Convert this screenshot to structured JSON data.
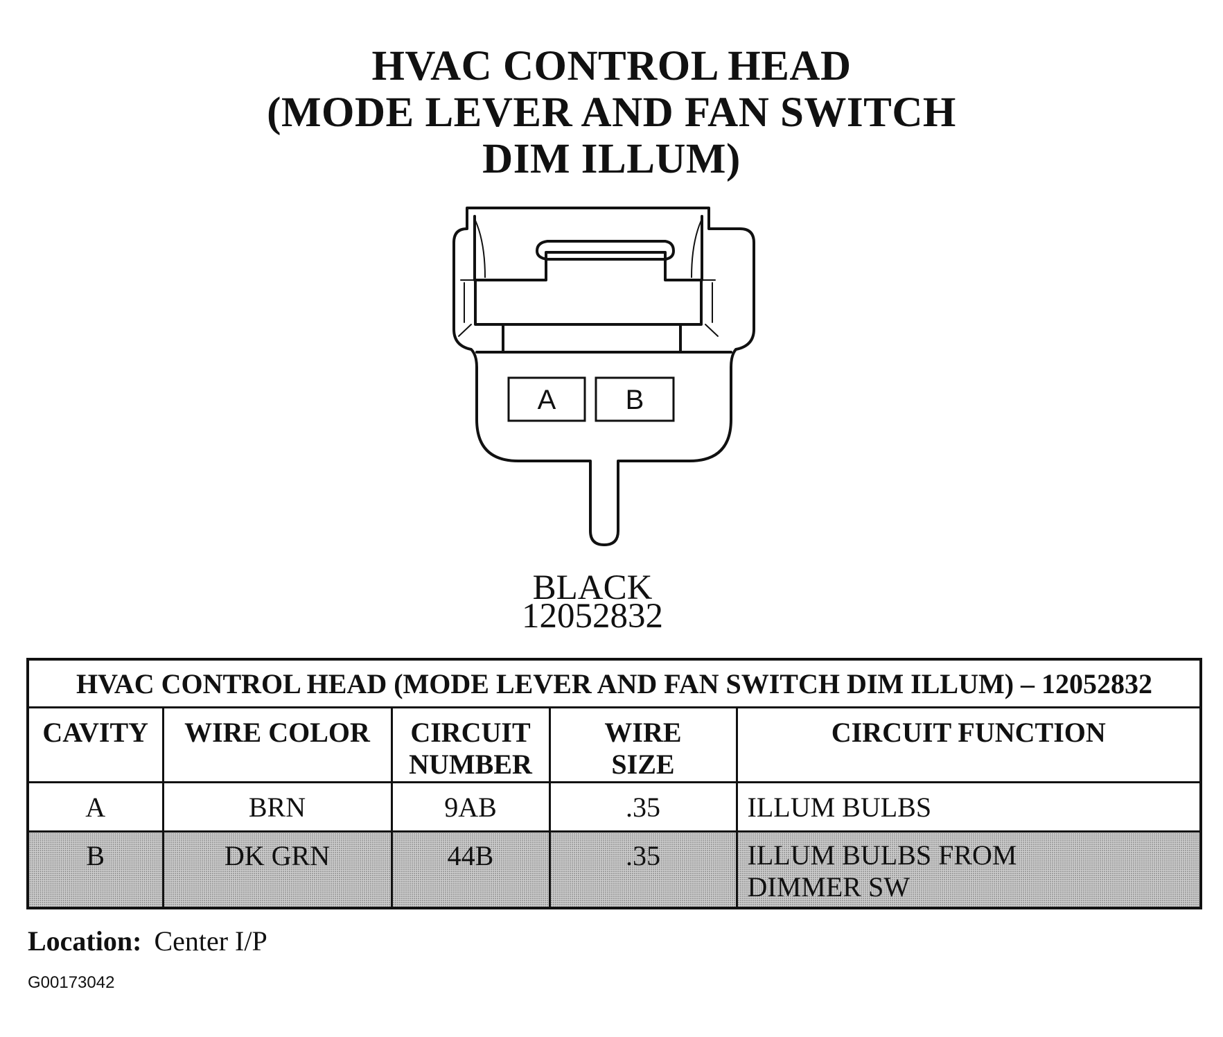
{
  "title": {
    "line1": "HVAC CONTROL HEAD",
    "line2": "(MODE LEVER AND FAN SWITCH",
    "line3": "DIM ILLUM)"
  },
  "connector": {
    "color": "BLACK",
    "part_number": "12052832",
    "cavities": [
      "A",
      "B"
    ]
  },
  "table": {
    "title": "HVAC CONTROL HEAD (MODE LEVER AND FAN SWITCH DIM ILLUM) – 12052832",
    "headers": {
      "cavity": "CAVITY",
      "wire_color": "WIRE COLOR",
      "circuit_number_1": "CIRCUIT",
      "circuit_number_2": "NUMBER",
      "wire_size_1": "WIRE",
      "wire_size_2": "SIZE",
      "circuit_function": "CIRCUIT FUNCTION"
    },
    "rows": [
      {
        "cavity": "A",
        "wire_color": "BRN",
        "circuit_number": "9AB",
        "wire_size": ".35",
        "function_1": "ILLUM BULBS",
        "function_2": ""
      },
      {
        "cavity": "B",
        "wire_color": "DK GRN",
        "circuit_number": "44B",
        "wire_size": ".35",
        "function_1": "ILLUM BULBS FROM",
        "function_2": "DIMMER SW"
      }
    ]
  },
  "location": {
    "label": "Location:",
    "value": "Center I/P"
  },
  "figure_id": "G00173042"
}
